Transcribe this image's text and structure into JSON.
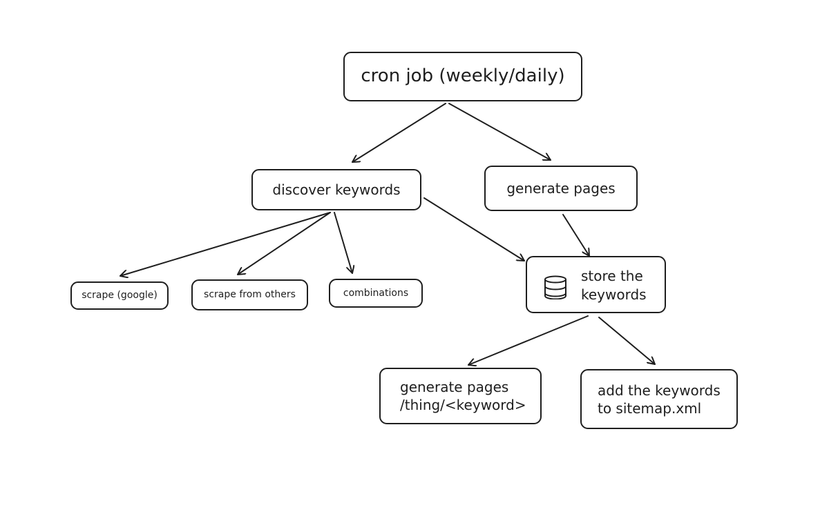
{
  "diagram": {
    "nodes": {
      "cron_job": "cron job (weekly/daily)",
      "discover_keywords": "discover keywords",
      "generate_pages": "generate pages",
      "scrape_google": "scrape (google)",
      "scrape_from_others": "scrape from others",
      "combinations": "combinations",
      "store_keywords": [
        "store the",
        "keywords"
      ],
      "generate_pages_keyword": [
        "generate pages",
        "/thing/<keyword>"
      ],
      "add_to_sitemap": [
        "add the keywords",
        "to sitemap.xml"
      ]
    },
    "icons": {
      "store_keywords": "database-icon"
    }
  }
}
